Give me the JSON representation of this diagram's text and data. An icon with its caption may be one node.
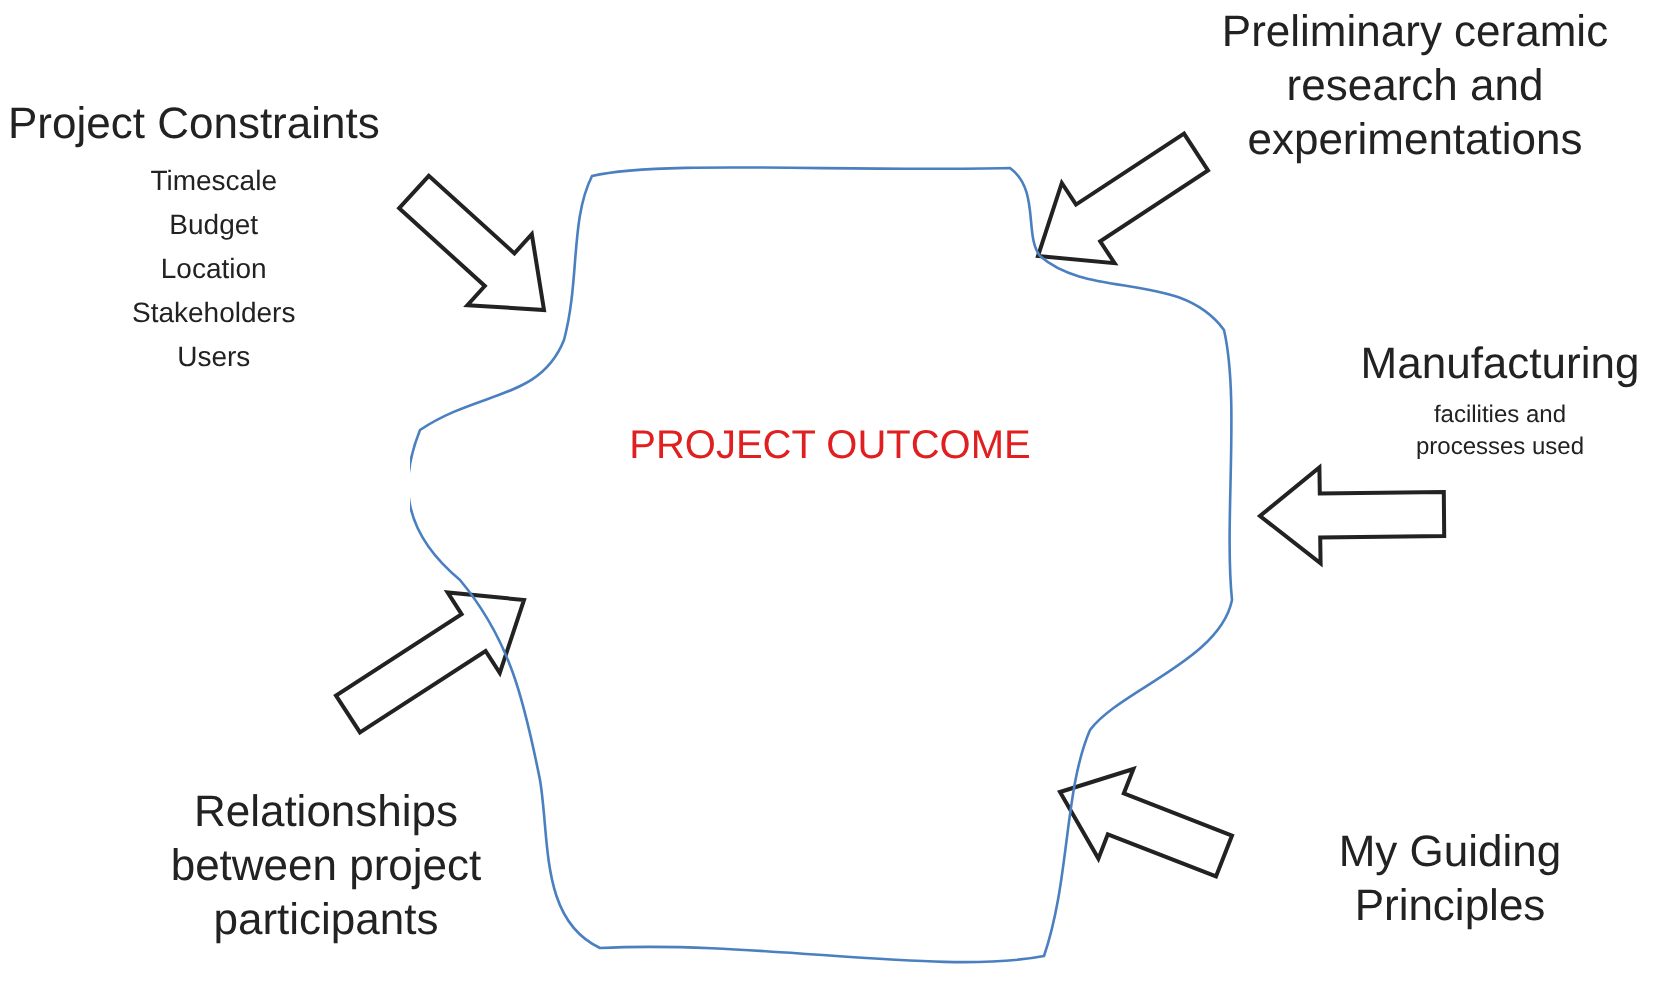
{
  "diagram": {
    "nodes": [
      {
        "text": [
          "Project Constraints",
          "Timescale",
          "Budget",
          "Location",
          "Stakeholders",
          "Users"
        ]
      },
      {
        "text": [
          "Preliminary ceramic research and experimentations"
        ]
      },
      {
        "text": [
          "PROJECT OUTCOME"
        ]
      },
      {
        "text": [
          "Manufacturing",
          "facilities and processes used"
        ]
      },
      {
        "text": [
          "Relationships between project participants"
        ]
      },
      {
        "text": [
          "My Guiding Principles"
        ]
      }
    ],
    "edges": [
      {
        "from": 0,
        "to": 2,
        "arrow": "to",
        "style": "thick"
      },
      {
        "from": 1,
        "to": 2,
        "arrow": "to",
        "style": "thick"
      },
      {
        "from": 3,
        "to": 2,
        "arrow": "to",
        "style": "thick"
      },
      {
        "from": 4,
        "to": 2,
        "arrow": "to",
        "style": "thick"
      },
      {
        "from": 5,
        "to": 2,
        "arrow": "to",
        "style": "thick"
      }
    ]
  }
}
